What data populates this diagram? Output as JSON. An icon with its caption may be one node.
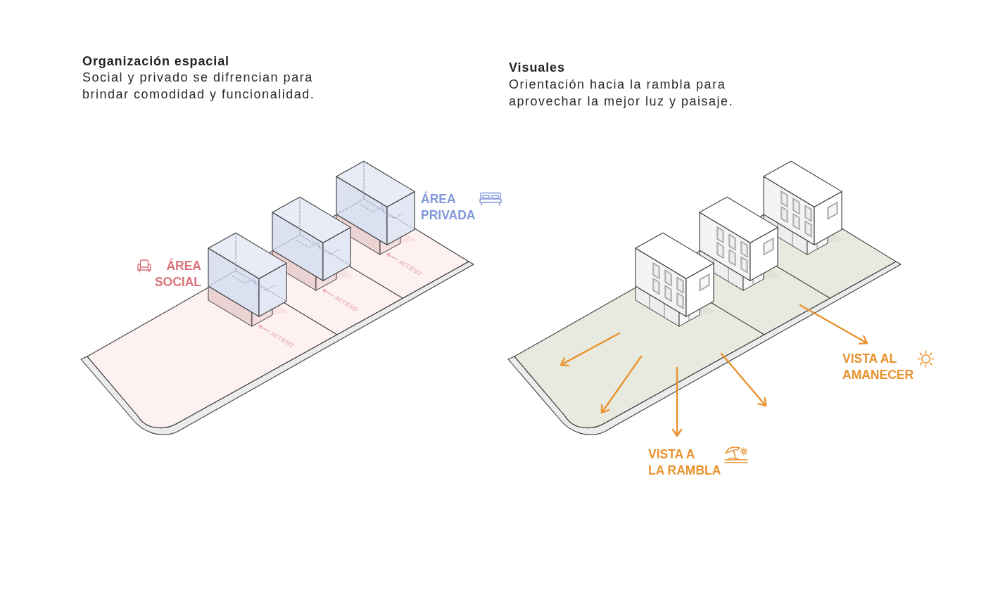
{
  "diagram": {
    "labels": [
      "Organización espacial",
      "Social y privado se difrencian para brindar comodidad y funcionalidad.",
      "ÁREA PRIVADA",
      "ÁREA SOCIAL",
      "ACCESO",
      "ACCESO",
      "ACCESO",
      "Visuales",
      "Orientación hacia la rambla para aprovechar la mejor luz y paisaje.",
      "VISTA AL AMANECER",
      "VISTA A LA RAMBLA"
    ]
  }
}
